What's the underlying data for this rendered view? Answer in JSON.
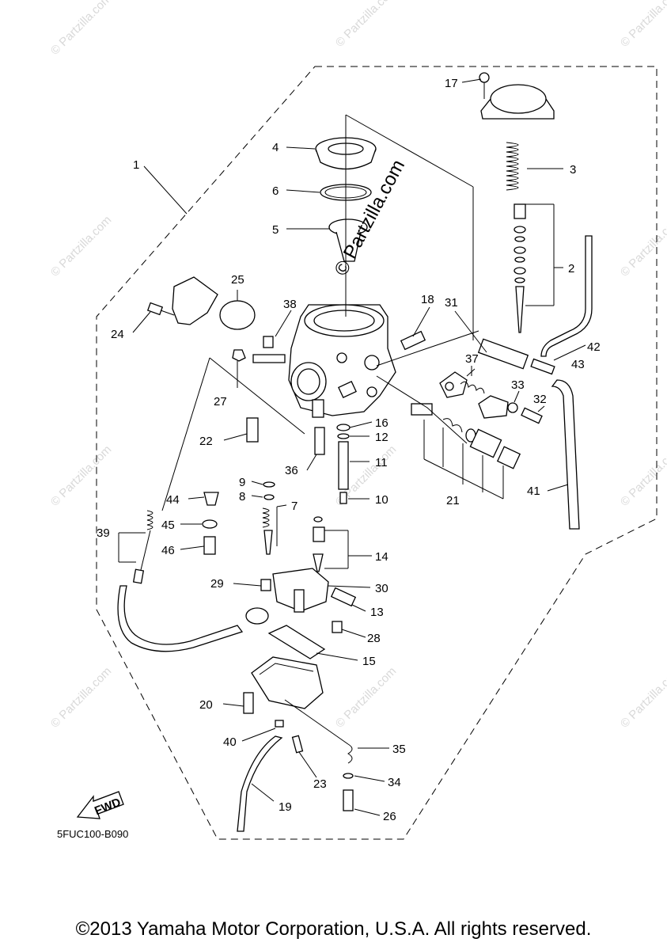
{
  "diagram": {
    "watermark_small": "© Partzilla.com",
    "watermark_center": "© Partzilla.com",
    "figure_code": "5FUC100-B090",
    "fwd_label": "FWD",
    "callouts": [
      "1",
      "2",
      "3",
      "4",
      "5",
      "6",
      "7",
      "8",
      "9",
      "10",
      "11",
      "12",
      "13",
      "14",
      "15",
      "16",
      "17",
      "18",
      "19",
      "20",
      "21",
      "22",
      "23",
      "24",
      "25",
      "26",
      "27",
      "28",
      "29",
      "30",
      "31",
      "32",
      "33",
      "34",
      "35",
      "36",
      "37",
      "38",
      "39",
      "40",
      "41",
      "42",
      "43",
      "44",
      "45",
      "46"
    ]
  },
  "footer": {
    "copyright": "©2013 Yamaha Motor Corporation, U.S.A. All rights reserved."
  }
}
